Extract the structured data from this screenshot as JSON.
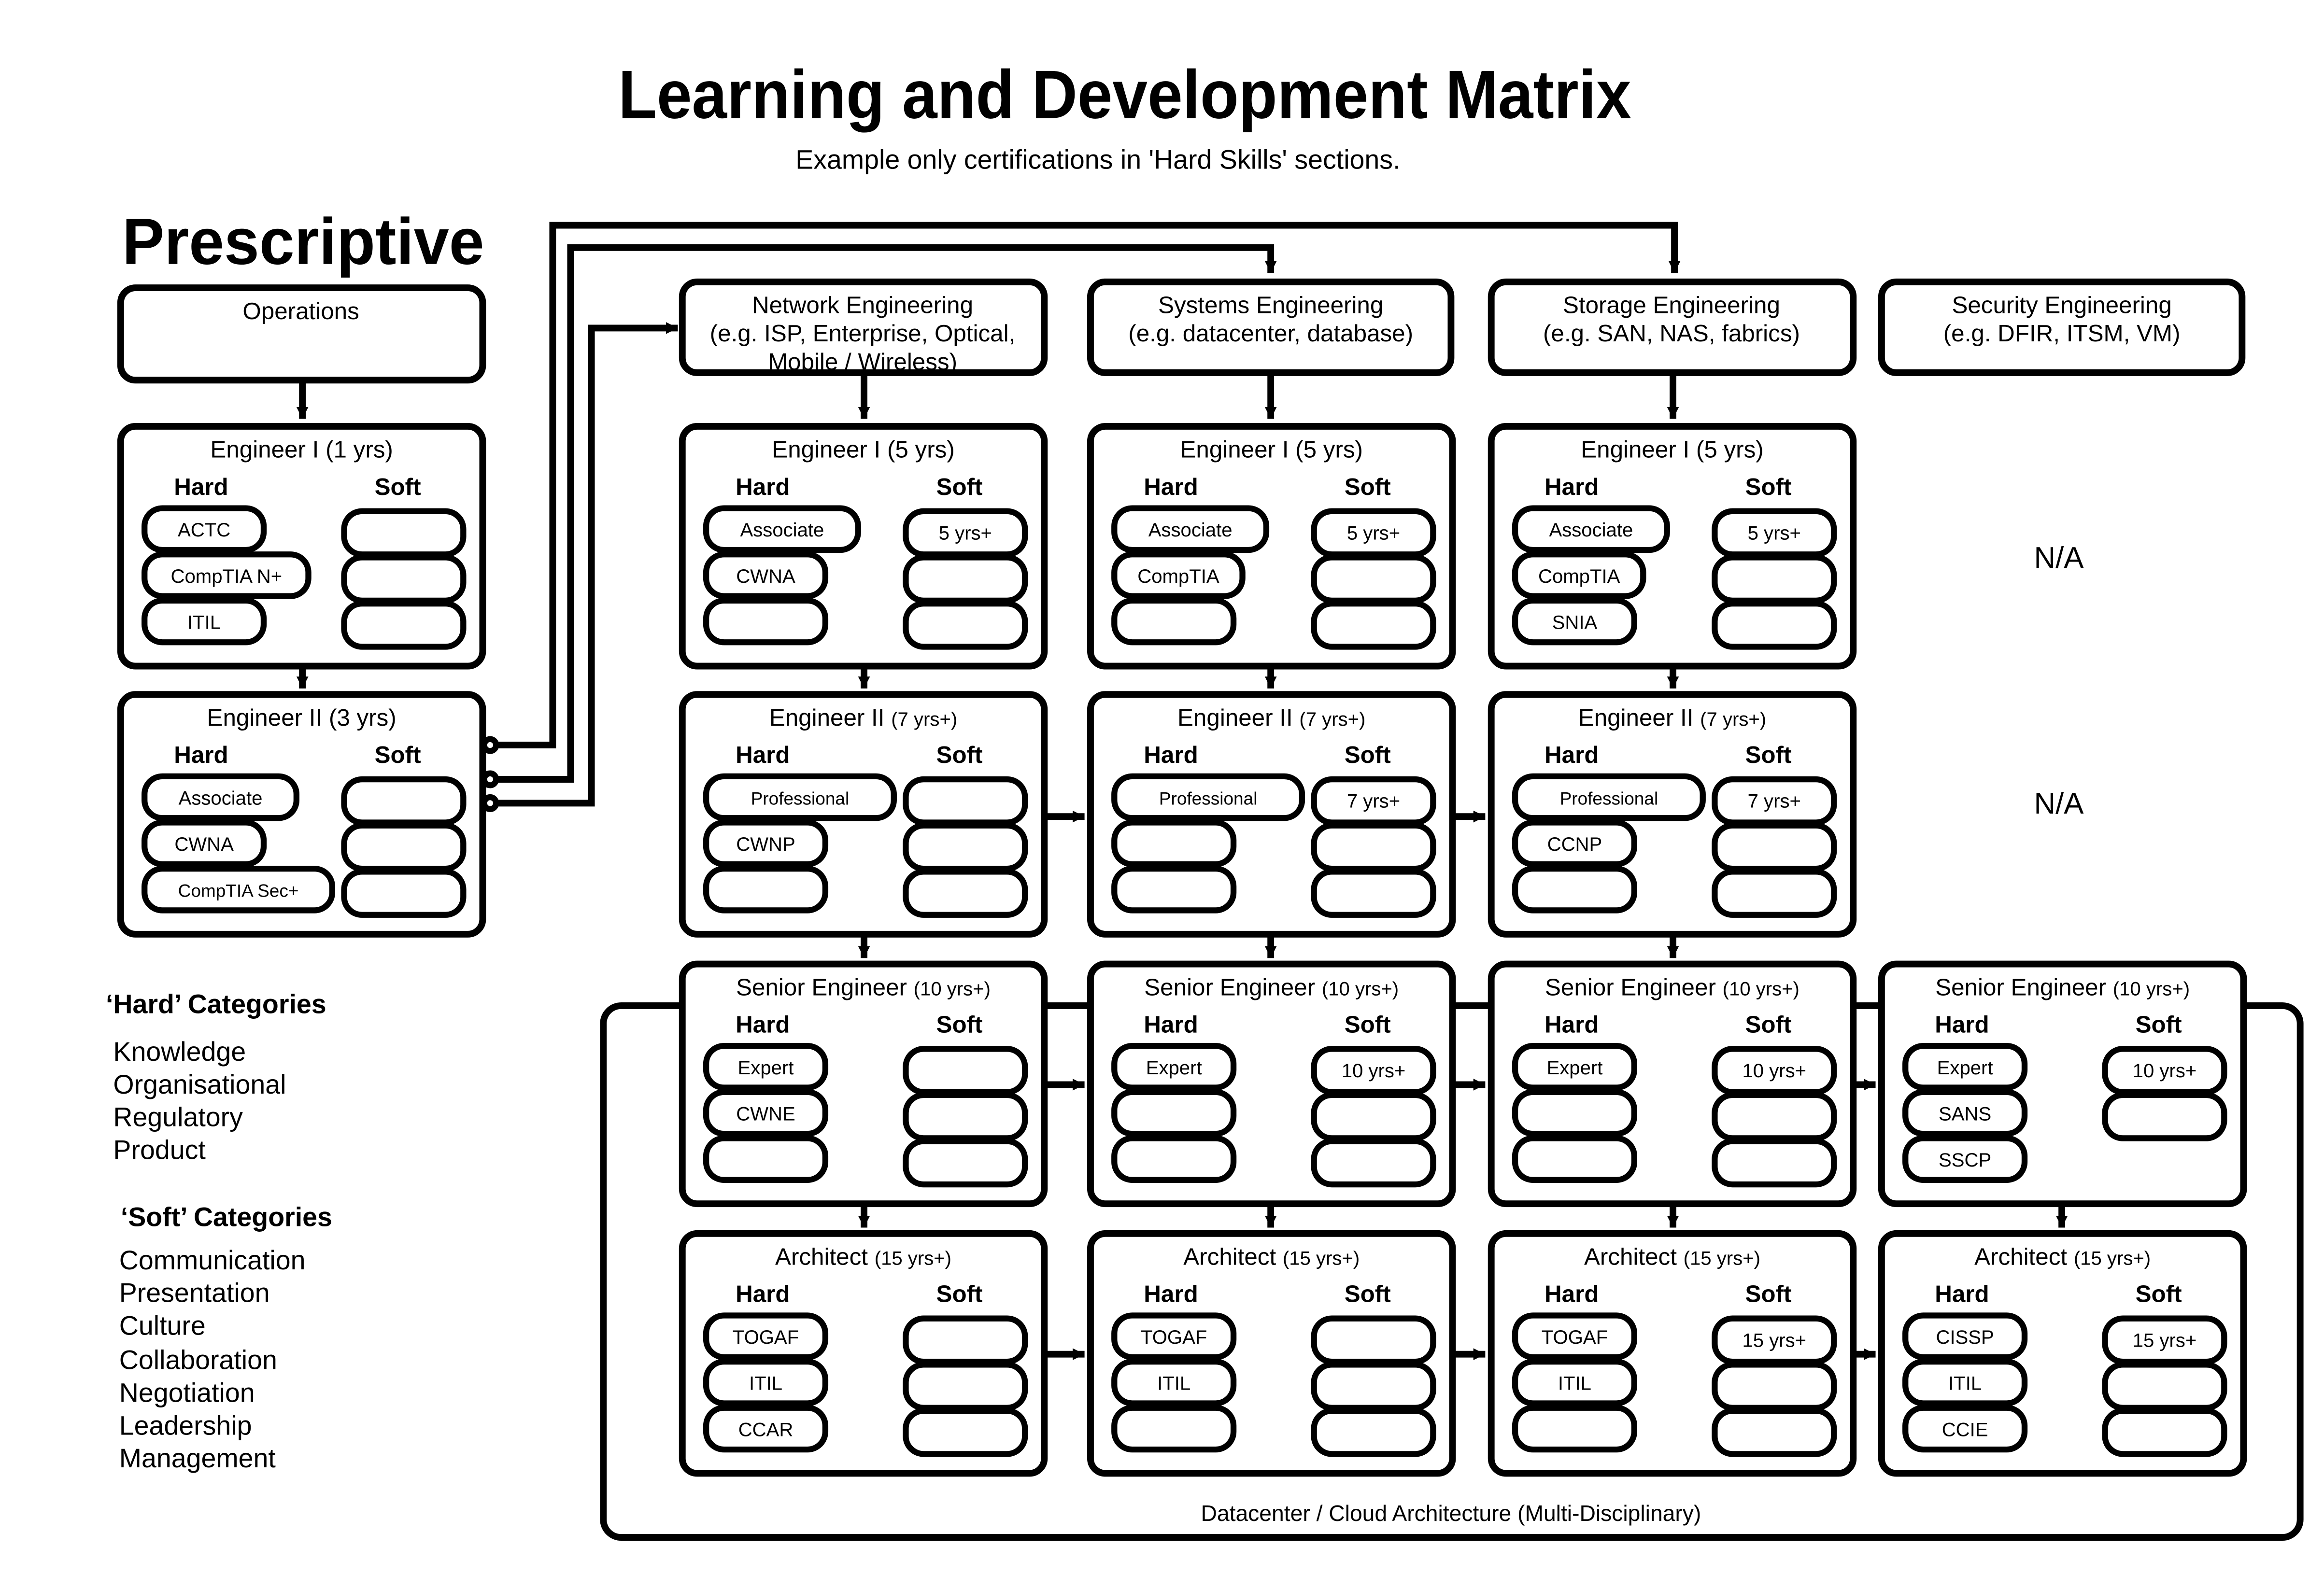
{
  "title": "Learning and Development Matrix",
  "subtitle": "Example only certifications in 'Hard Skills' sections.",
  "section_label": "Prescriptive",
  "hard_header": "Hard",
  "soft_header": "Soft",
  "tracks": {
    "ops": "Operations",
    "net": [
      "Network Engineering",
      "(e.g. ISP, Enterprise, Optical,",
      "Mobile / Wireless)"
    ],
    "sys": [
      "Systems Engineering",
      "(e.g. datacenter, database)"
    ],
    "sto": [
      "Storage Engineering",
      "(e.g. SAN, NAS, fabrics)"
    ],
    "sec": [
      "Security Engineering",
      "(e.g. DFIR, ITSM, VM)"
    ]
  },
  "levels": {
    "ops_eng1": {
      "title": "Engineer I",
      "suffix": "(1 yrs)"
    },
    "ops_eng2": {
      "title": "Engineer II",
      "suffix": "(3 yrs)"
    },
    "eng1": {
      "title": "Engineer I",
      "suffix": "(5 yrs)"
    },
    "eng2": {
      "title": "Engineer II",
      "suffix": "(7 yrs+)"
    },
    "senior": {
      "title": "Senior Engineer",
      "suffix": "(10 yrs+)"
    },
    "architect": {
      "title": "Architect",
      "suffix": "(15 yrs+)"
    }
  },
  "cells": {
    "ops_e1_hard": [
      "ACTC",
      "CompTIA N+",
      "ITIL"
    ],
    "ops_e2_hard": [
      "Associate",
      "CWNA",
      "CompTIA Sec+"
    ],
    "net_e1_hard": [
      "Associate",
      "CWNA",
      ""
    ],
    "net_e1_soft": [
      "5 yrs+",
      "",
      ""
    ],
    "sys_e1_hard": [
      "Associate",
      "CompTIA",
      ""
    ],
    "sys_e1_soft": [
      "5 yrs+",
      "",
      ""
    ],
    "sto_e1_hard": [
      "Associate",
      "CompTIA",
      "SNIA"
    ],
    "sto_e1_soft": [
      "5 yrs+",
      "",
      ""
    ],
    "net_e2_hard": [
      "Professional",
      "CWNP",
      ""
    ],
    "sys_e2_hard": [
      "Professional",
      "",
      ""
    ],
    "sys_e2_soft": [
      "7 yrs+",
      "",
      ""
    ],
    "sto_e2_hard": [
      "Professional",
      "CCNP",
      ""
    ],
    "sto_e2_soft": [
      "7 yrs+",
      "",
      ""
    ],
    "net_sr_hard": [
      "Expert",
      "CWNE",
      ""
    ],
    "sys_sr_hard": [
      "Expert",
      "",
      ""
    ],
    "sys_sr_soft": [
      "10 yrs+",
      "",
      ""
    ],
    "sto_sr_hard": [
      "Expert",
      "",
      ""
    ],
    "sto_sr_soft": [
      "10 yrs+",
      "",
      ""
    ],
    "sec_sr_hard": [
      "Expert",
      "SANS",
      "SSCP"
    ],
    "sec_sr_soft": [
      "10 yrs+",
      ""
    ],
    "net_ar_hard": [
      "TOGAF",
      "ITIL",
      "CCAR"
    ],
    "sys_ar_hard": [
      "TOGAF",
      "ITIL",
      ""
    ],
    "sto_ar_hard": [
      "TOGAF",
      "ITIL",
      ""
    ],
    "sto_ar_soft": [
      "15 yrs+",
      "",
      ""
    ],
    "sec_ar_hard": [
      "CISSP",
      "ITIL",
      "CCIE"
    ],
    "sec_ar_soft": [
      "15 yrs+",
      "",
      ""
    ]
  },
  "na": "N/A",
  "hard_categories": {
    "heading": "‘Hard’ Categories",
    "items": [
      "Knowledge",
      "Organisational",
      "Regulatory",
      "Product"
    ]
  },
  "soft_categories": {
    "heading": "‘Soft’ Categories",
    "items": [
      "Communication",
      "Presentation",
      "Culture",
      "Collaboration",
      "Negotiation",
      "Leadership",
      "Management"
    ]
  },
  "footer_group": "Datacenter / Cloud Architecture (Multi-Disciplinary)"
}
